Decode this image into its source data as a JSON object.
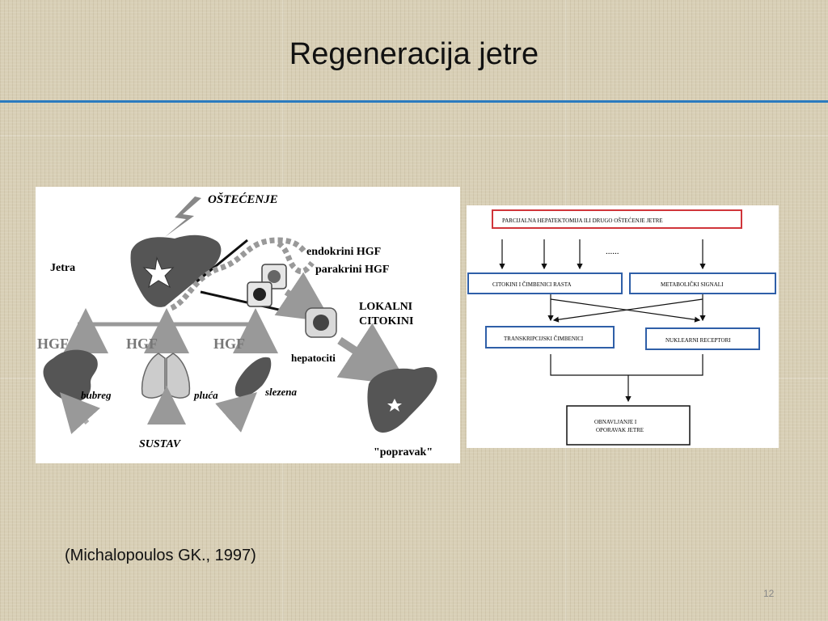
{
  "slide": {
    "title": "Regeneracija jetre",
    "citation": "(Michalopoulos GK., 1997)",
    "page_number": "12"
  },
  "left_figure": {
    "ostecenje": "OŠTEĆENJE",
    "jetra": "Jetra",
    "endokrini": "endokrini HGF",
    "parakrini": "parakrini HGF",
    "lokalni": "LOKALNI",
    "citokini": "CITOKINI",
    "hgf_1": "HGF",
    "hgf_2": "HGF",
    "hgf_3": "HGF",
    "hepatociti": "hepatociti",
    "bubreg": "bubreg",
    "pluca": "pluća",
    "slezena": "slezena",
    "sustav": "SUSTAV",
    "popravak": "\"popravak\""
  },
  "right_figure": {
    "top_box": "PARCIJALNA HEPATEKTOMIJA ILI DRUGO OŠTEĆENJE JETRE",
    "ellipsis": "......",
    "box_citokini": "CITOKINI I ČIMBENICI RASTA",
    "box_metabolicki": "METABOLIČKI SIGNALI",
    "box_transkripcijski": "TRANSKRIPCIJSKI ČIMBENICI",
    "box_nuklearni": "NUKLEARNI RECEPTORI",
    "bottom_line1": "OBNAVLJANJE I",
    "bottom_line2": "OPORAVAK JETRE"
  },
  "colors": {
    "rule": "#2b7bbf",
    "box_blue": "#2f5fa8",
    "box_red": "#d0353a"
  }
}
